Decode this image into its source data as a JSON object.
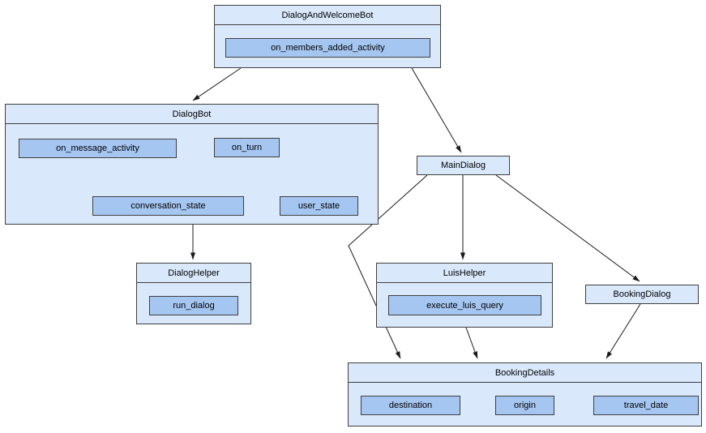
{
  "diagram": {
    "colors": {
      "container_fill": "#d9e8fb",
      "method_fill": "#a6c6f2",
      "border": "#404040",
      "edge": "#1a1a1a"
    },
    "nodes": {
      "dialog_and_welcome_bot": {
        "title": "DialogAndWelcomeBot",
        "methods": [
          "on_members_added_activity"
        ]
      },
      "dialog_bot": {
        "title": "DialogBot",
        "methods": [
          "on_message_activity",
          "on_turn",
          "conversation_state",
          "user_state"
        ]
      },
      "main_dialog": {
        "title": "MainDialog"
      },
      "dialog_helper": {
        "title": "DialogHelper",
        "methods": [
          "run_dialog"
        ]
      },
      "luis_helper": {
        "title": "LuisHelper",
        "methods": [
          "execute_luis_query"
        ]
      },
      "booking_dialog": {
        "title": "BookingDialog"
      },
      "booking_details": {
        "title": "BookingDetails",
        "methods": [
          "destination",
          "origin",
          "travel_date"
        ]
      }
    },
    "edges": [
      {
        "from": "DialogAndWelcomeBot",
        "to": "DialogBot"
      },
      {
        "from": "DialogAndWelcomeBot",
        "to": "MainDialog"
      },
      {
        "from": "on_turn",
        "to": "conversation_state"
      },
      {
        "from": "on_turn",
        "to": "user_state"
      },
      {
        "from": "DialogBot",
        "to": "DialogHelper"
      },
      {
        "from": "MainDialog",
        "to": "LuisHelper"
      },
      {
        "from": "MainDialog",
        "to": "BookingDialog"
      },
      {
        "from": "MainDialog",
        "to": "BookingDetails"
      },
      {
        "from": "LuisHelper",
        "to": "BookingDetails"
      },
      {
        "from": "BookingDialog",
        "to": "BookingDetails"
      }
    ]
  }
}
